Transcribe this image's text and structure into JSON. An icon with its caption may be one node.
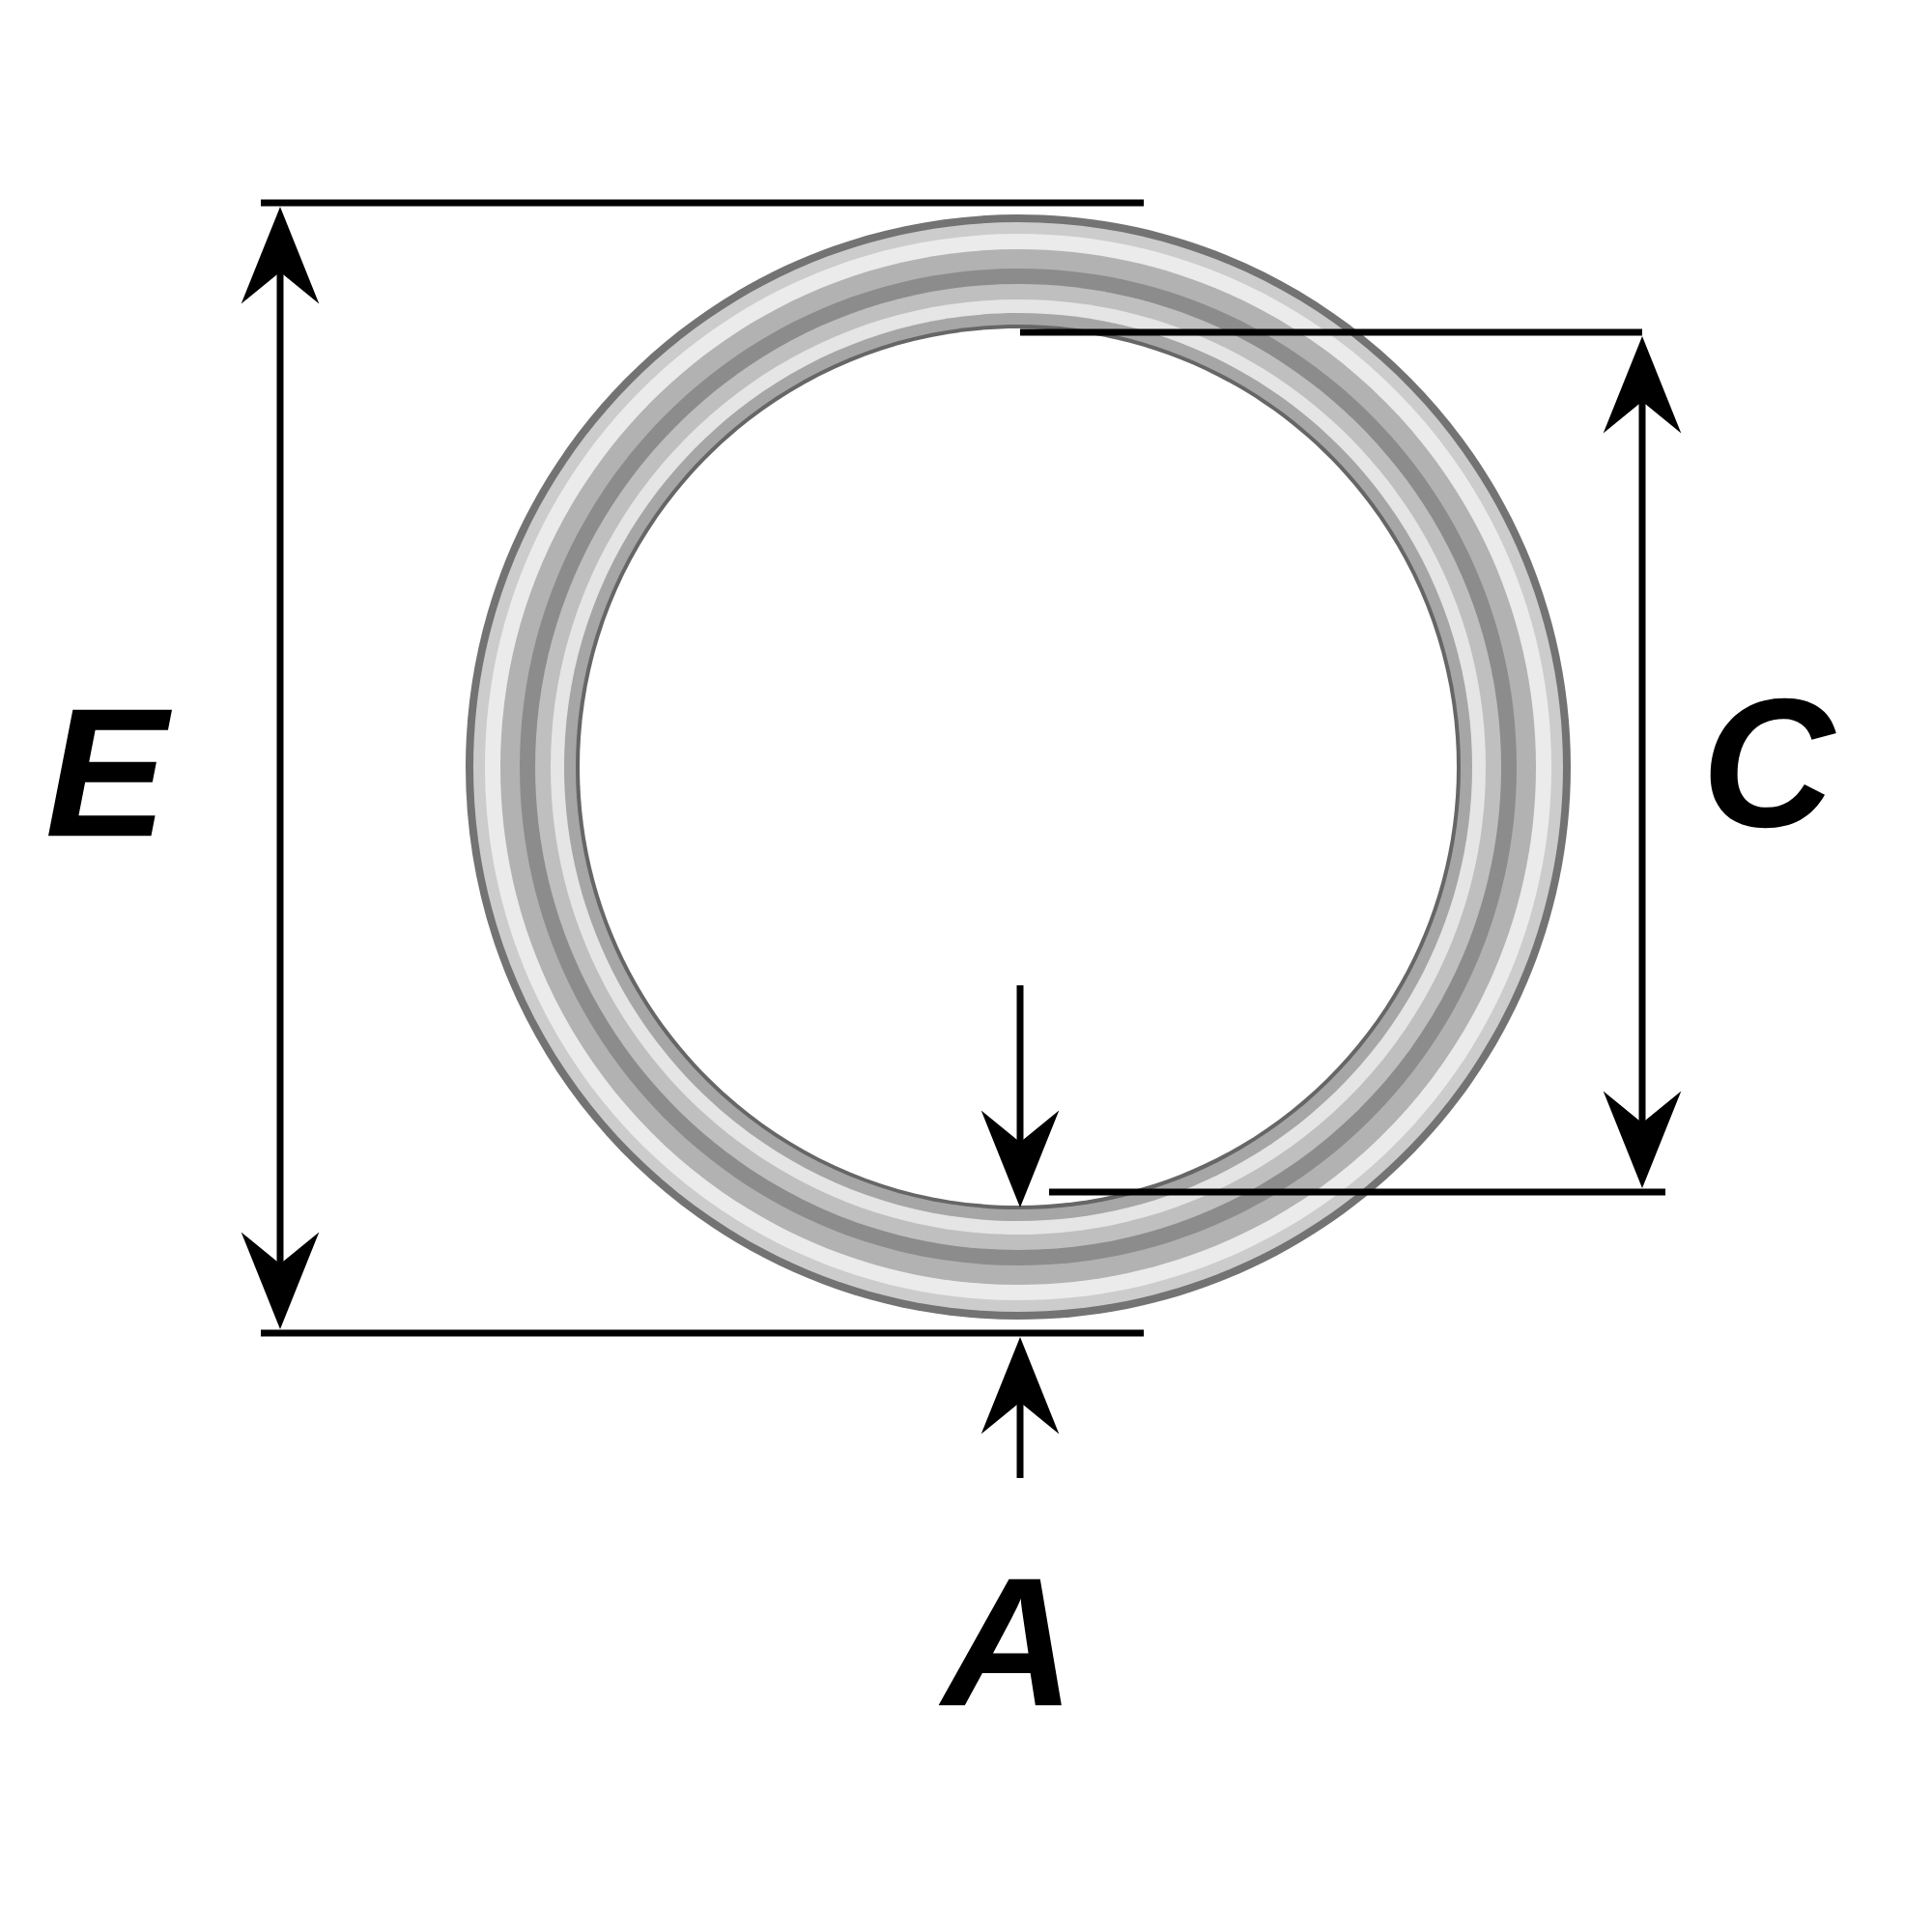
{
  "diagram": {
    "labels": [
      "E",
      "C",
      "A"
    ]
  }
}
